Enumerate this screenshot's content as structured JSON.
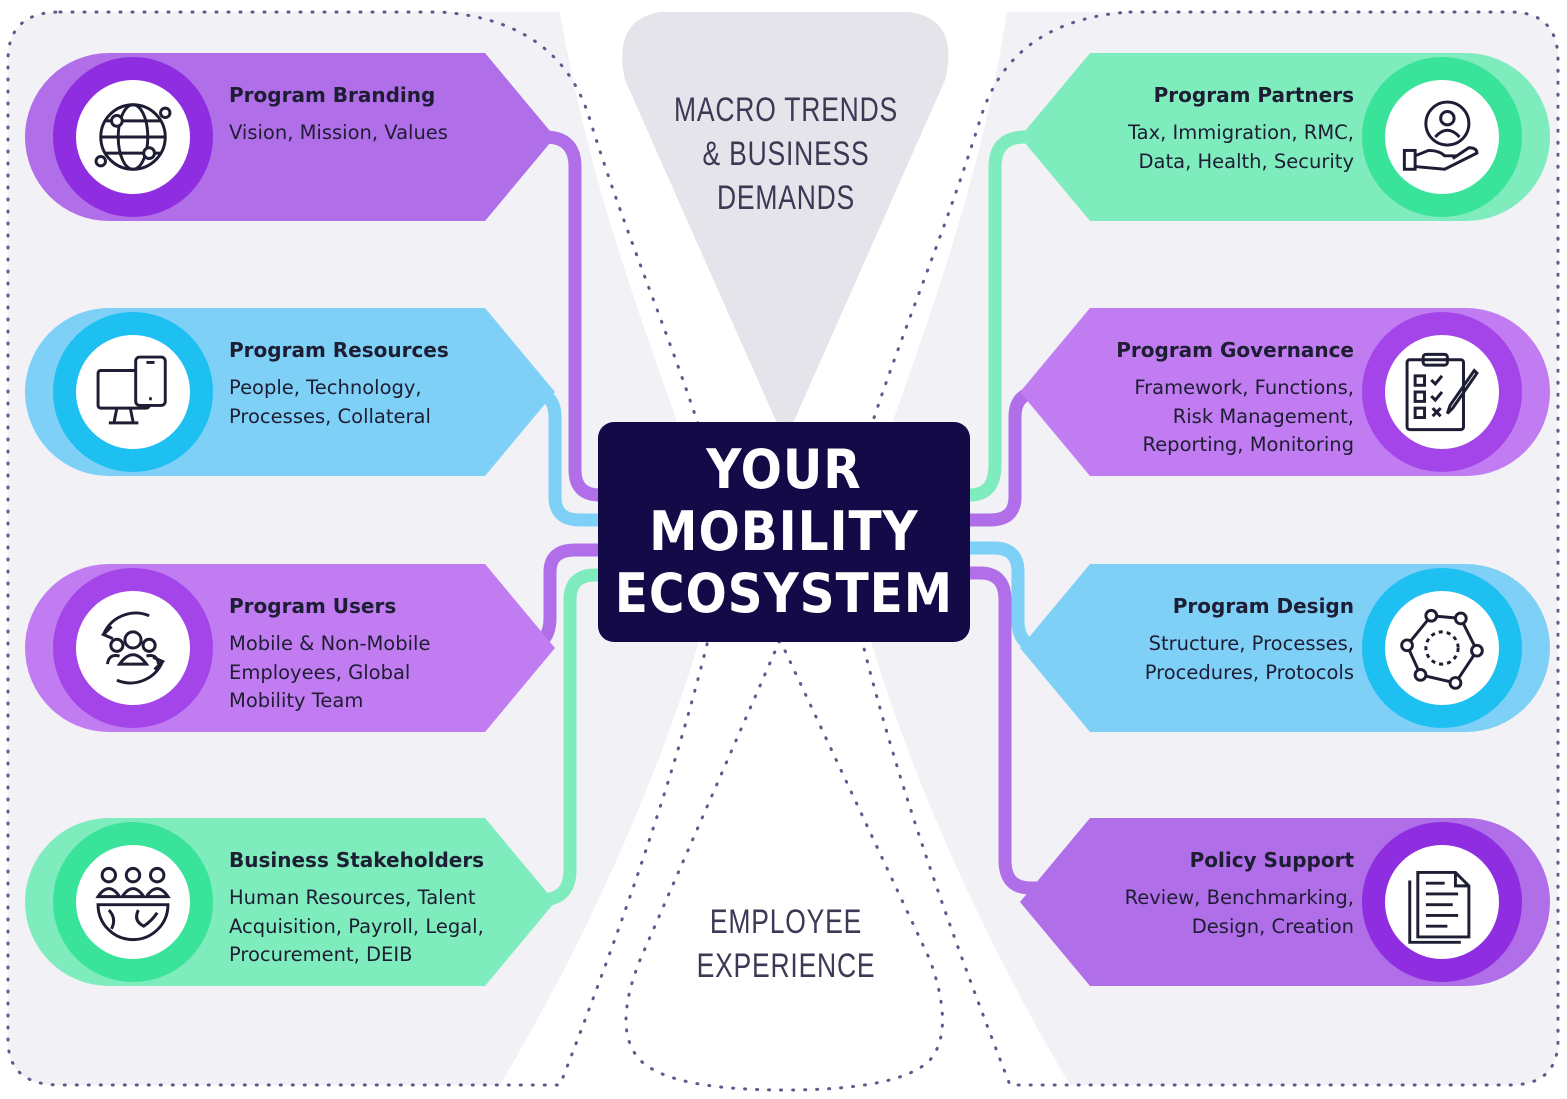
{
  "center": {
    "title": "YOUR\nMOBILITY\nECOSYSTEM"
  },
  "trends": {
    "top": "MACRO TRENDS\n& BUSINESS\nDEMANDS",
    "bottom": "EMPLOYEE\nEXPERIENCE"
  },
  "colors": {
    "purple": "#b06ee8",
    "purple_ring": "#8e2ee0",
    "blue": "#7ed0f7",
    "blue_ring": "#1ec0f2",
    "green": "#7fecbd",
    "green_ring": "#3ae39a",
    "center": "#140a47",
    "background": "#f2f2f6"
  },
  "left": [
    {
      "title": "Program Branding",
      "desc": "Vision, Mission, Values",
      "icon": "globe-network-icon",
      "color": "purple"
    },
    {
      "title": "Program Resources",
      "desc": "People, Technology,\nProcesses, Collateral",
      "icon": "devices-icon",
      "color": "blue"
    },
    {
      "title": "Program Users",
      "desc": "Mobile & Non-Mobile\nEmployees, Global\nMobility Team",
      "icon": "user-group-cycle-icon",
      "color": "purple"
    },
    {
      "title": "Business Stakeholders",
      "desc": "Human Resources, Talent\nAcquisition, Payroll, Legal,\nProcurement, DEIB",
      "icon": "global-people-icon",
      "color": "green"
    }
  ],
  "right": [
    {
      "title": "Program Partners",
      "desc": "Tax, Immigration, RMC,\nData, Health, Security",
      "icon": "hand-user-icon",
      "color": "green"
    },
    {
      "title": "Program Governance",
      "desc": "Framework, Functions,\nRisk Management,\nReporting, Monitoring",
      "icon": "checklist-clipboard-icon",
      "color": "purple"
    },
    {
      "title": "Program Design",
      "desc": "Structure, Processes,\nProcedures, Protocols",
      "icon": "process-cycle-icon",
      "color": "blue"
    },
    {
      "title": "Policy Support",
      "desc": "Review, Benchmarking,\nDesign, Creation",
      "icon": "document-icon",
      "color": "purple"
    }
  ]
}
